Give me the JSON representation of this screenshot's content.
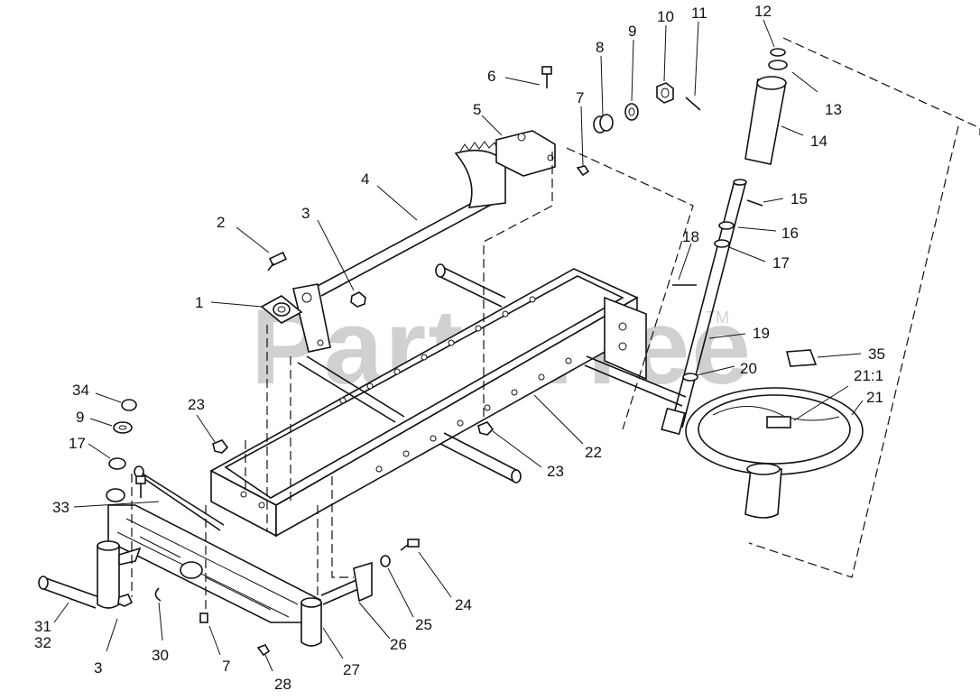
{
  "watermark": {
    "text": "PartsTree",
    "tm": "TM"
  },
  "callouts": [
    {
      "id": "c1",
      "text": "1"
    },
    {
      "id": "c2",
      "text": "2"
    },
    {
      "id": "c3a",
      "text": "3"
    },
    {
      "id": "c3b",
      "text": "3"
    },
    {
      "id": "c4",
      "text": "4"
    },
    {
      "id": "c5",
      "text": "5"
    },
    {
      "id": "c6",
      "text": "6"
    },
    {
      "id": "c7a",
      "text": "7"
    },
    {
      "id": "c7b",
      "text": "7"
    },
    {
      "id": "c8",
      "text": "8"
    },
    {
      "id": "c9a",
      "text": "9"
    },
    {
      "id": "c9b",
      "text": "9"
    },
    {
      "id": "c10",
      "text": "10"
    },
    {
      "id": "c11",
      "text": "11"
    },
    {
      "id": "c12",
      "text": "12"
    },
    {
      "id": "c13",
      "text": "13"
    },
    {
      "id": "c14",
      "text": "14"
    },
    {
      "id": "c15",
      "text": "15"
    },
    {
      "id": "c16",
      "text": "16"
    },
    {
      "id": "c17a",
      "text": "17"
    },
    {
      "id": "c17b",
      "text": "17"
    },
    {
      "id": "c18",
      "text": "18"
    },
    {
      "id": "c19",
      "text": "19"
    },
    {
      "id": "c20",
      "text": "20"
    },
    {
      "id": "c21",
      "text": "21"
    },
    {
      "id": "c21_1",
      "text": "21:1"
    },
    {
      "id": "c22",
      "text": "22"
    },
    {
      "id": "c23a",
      "text": "23"
    },
    {
      "id": "c23b",
      "text": "23"
    },
    {
      "id": "c24",
      "text": "24"
    },
    {
      "id": "c25",
      "text": "25"
    },
    {
      "id": "c26",
      "text": "26"
    },
    {
      "id": "c27",
      "text": "27"
    },
    {
      "id": "c28",
      "text": "28"
    },
    {
      "id": "c30",
      "text": "30"
    },
    {
      "id": "c31",
      "text": "31"
    },
    {
      "id": "c32",
      "text": "32"
    },
    {
      "id": "c33",
      "text": "33"
    },
    {
      "id": "c34",
      "text": "34"
    },
    {
      "id": "c35",
      "text": "35"
    }
  ]
}
